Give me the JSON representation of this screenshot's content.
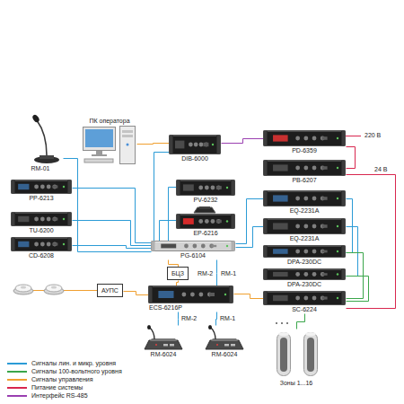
{
  "diagram": {
    "nodes": [
      {
        "text": [
          "RM-01"
        ]
      },
      {
        "text": [
          "ПК оператора"
        ]
      },
      {
        "text": [
          "DIB-6000"
        ]
      },
      {
        "text": [
          "PD-6359"
        ]
      },
      {
        "text": [
          "PB-6207"
        ]
      },
      {
        "text": [
          "PP-6213"
        ]
      },
      {
        "text": [
          "PV-6232"
        ]
      },
      {
        "text": [
          "EQ-2231A"
        ]
      },
      {
        "text": [
          "TU-6200"
        ]
      },
      {
        "text": [
          "EP-6216"
        ]
      },
      {
        "text": [
          "EQ-2231A"
        ]
      },
      {
        "text": [
          "CD-6208"
        ]
      },
      {
        "text": [
          "PG-6104"
        ]
      },
      {
        "text": [
          "DPA-230DC"
        ]
      },
      {
        "text": [
          "DPA-230DC"
        ]
      },
      {
        "text": [
          "БЦЗ"
        ]
      },
      {
        "text": [
          "АУПС"
        ]
      },
      {
        "text": [
          "ECS-6216P"
        ]
      },
      {
        "text": [
          "SC-6224"
        ]
      },
      {
        "text": [
          "RM-6024"
        ]
      },
      {
        "text": [
          "RM-6024"
        ]
      },
      {
        "text": [
          "Зоны 1...16"
        ]
      }
    ],
    "edges": [
      {
        "from": 0,
        "to": 12,
        "arrow": "none"
      },
      {
        "from": 1,
        "to": 2,
        "arrow": "none"
      },
      {
        "from": 2,
        "to": 3,
        "arrow": "none"
      },
      {
        "from": 2,
        "to": 12,
        "arrow": "none"
      },
      {
        "from": 3,
        "to": 4,
        "arrow": "none"
      },
      {
        "from": 4,
        "to": 18,
        "arrow": "none"
      },
      {
        "from": 5,
        "to": 12,
        "arrow": "none"
      },
      {
        "from": 6,
        "to": 12,
        "arrow": "none"
      },
      {
        "from": 8,
        "to": 12,
        "arrow": "none"
      },
      {
        "from": 9,
        "to": 12,
        "arrow": "none"
      },
      {
        "from": 11,
        "to": 12,
        "arrow": "none"
      },
      {
        "from": 12,
        "to": 7,
        "arrow": "none"
      },
      {
        "from": 12,
        "to": 10,
        "arrow": "none"
      },
      {
        "from": 7,
        "to": 13,
        "arrow": "none"
      },
      {
        "from": 10,
        "to": 14,
        "arrow": "none"
      },
      {
        "from": 12,
        "to": 15,
        "arrow": "none"
      },
      {
        "from": 12,
        "to": 17,
        "arrow": "none"
      },
      {
        "from": 15,
        "to": 17,
        "arrow": "none"
      },
      {
        "from": 16,
        "to": 17,
        "arrow": "none"
      },
      {
        "from": 13,
        "to": 18,
        "arrow": "none"
      },
      {
        "from": 14,
        "to": 18,
        "arrow": "none"
      },
      {
        "from": 17,
        "to": 18,
        "arrow": "none"
      },
      {
        "from": 17,
        "to": 19,
        "arrow": "none"
      },
      {
        "from": 17,
        "to": 20,
        "arrow": "none"
      },
      {
        "from": 18,
        "to": 21,
        "arrow": "none"
      }
    ],
    "labels": [
      "220 В",
      "24 В",
      "RM-2",
      "RM-1",
      "RM-2",
      "RM-1"
    ],
    "legend": [
      {
        "text": "Сигналы лин. и микр. уровня",
        "color": "#2b9bd6"
      },
      {
        "text": "Сигналы 100-вольтного уровня",
        "color": "#3aa64a"
      },
      {
        "text": "Сигналы управления",
        "color": "#f0a030"
      },
      {
        "text": "Питание системы",
        "color": "#d8264e"
      },
      {
        "text": "Интерфейс RS-485",
        "color": "#9a3fb0"
      }
    ]
  }
}
